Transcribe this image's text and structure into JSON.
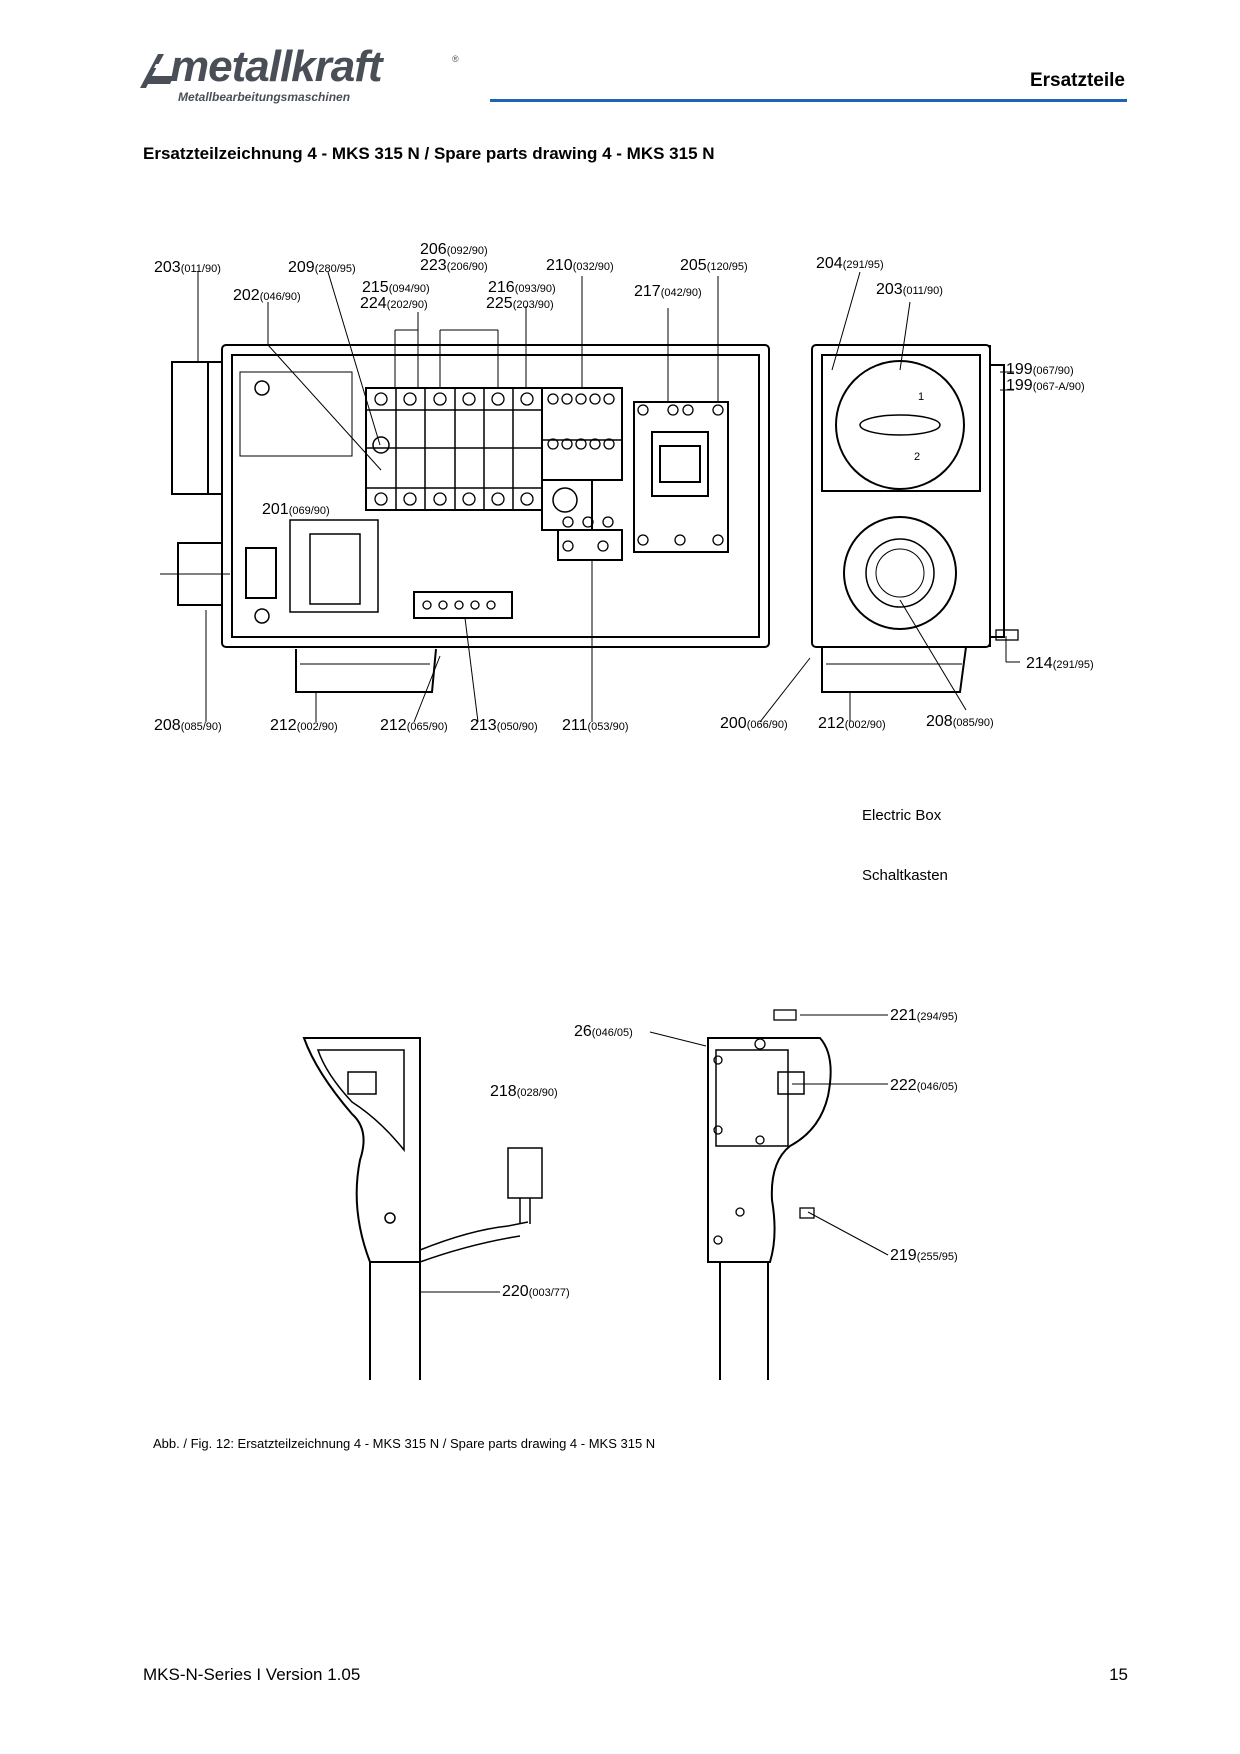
{
  "header": {
    "brand": "metallkraft",
    "brand_tagline": "Metallbearbeitungsmaschinen",
    "section": "Ersatzteile"
  },
  "title": "Ersatzteilzeichnung 4 - MKS 315 N / Spare parts drawing 4 - MKS 315 N",
  "drawing": {
    "box_labels": {
      "en": "Electric Box",
      "de": "Schaltkasten"
    },
    "callouts": [
      {
        "num": "203",
        "ref": "(011/90)"
      },
      {
        "num": "209",
        "ref": "(280/95)"
      },
      {
        "num": "202",
        "ref": "(046/90)"
      },
      {
        "num": "206",
        "ref": "(092/90)"
      },
      {
        "num": "223",
        "ref": "(206/90)"
      },
      {
        "num": "215",
        "ref": "(094/90)"
      },
      {
        "num": "224",
        "ref": "(202/90)"
      },
      {
        "num": "216",
        "ref": "(093/90)"
      },
      {
        "num": "225",
        "ref": "(203/90)"
      },
      {
        "num": "210",
        "ref": "(032/90)"
      },
      {
        "num": "217",
        "ref": "(042/90)"
      },
      {
        "num": "205",
        "ref": "(120/95)"
      },
      {
        "num": "204",
        "ref": "(291/95)"
      },
      {
        "num": "203",
        "ref": "(011/90)"
      },
      {
        "num": "199",
        "ref": "(067/90)"
      },
      {
        "num": "199",
        "ref": "(067-A/90)"
      },
      {
        "num": "201",
        "ref": "(069/90)"
      },
      {
        "num": "214",
        "ref": "(291/95)"
      },
      {
        "num": "208",
        "ref": "(085/90)"
      },
      {
        "num": "212",
        "ref": "(002/90)"
      },
      {
        "num": "212",
        "ref": "(065/90)"
      },
      {
        "num": "213",
        "ref": "(050/90)"
      },
      {
        "num": "211",
        "ref": "(053/90)"
      },
      {
        "num": "200",
        "ref": "(066/90)"
      },
      {
        "num": "212",
        "ref": "(002/90)"
      },
      {
        "num": "208",
        "ref": "(085/90)"
      },
      {
        "num": "26",
        "ref": "(046/05)"
      },
      {
        "num": "221",
        "ref": "(294/95)"
      },
      {
        "num": "218",
        "ref": "(028/90)"
      },
      {
        "num": "222",
        "ref": "(046/05)"
      },
      {
        "num": "219",
        "ref": "(255/95)"
      },
      {
        "num": "220",
        "ref": "(003/77)"
      }
    ],
    "switch_positions": [
      "1",
      "2"
    ]
  },
  "caption": "Abb. / Fig. 12: Ersatzteilzeichnung 4 - MKS 315 N / Spare parts drawing 4 - MKS 315 N",
  "footer": {
    "doc": "MKS-N-Series I Version 1.05",
    "page": "15"
  },
  "colors": {
    "accent_rule": "#1f64b4",
    "logo_gray": "#4a4f57"
  }
}
